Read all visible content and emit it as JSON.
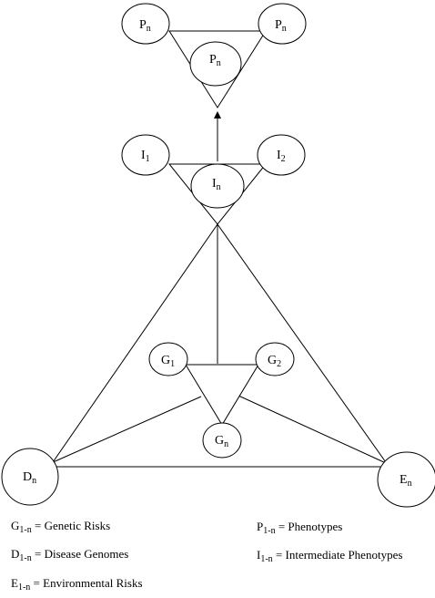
{
  "nodes": {
    "p_left": {
      "base": "P",
      "sub": "n"
    },
    "p_right": {
      "base": "P",
      "sub": "n"
    },
    "p_center": {
      "base": "P",
      "sub": "n"
    },
    "i_left": {
      "base": "I",
      "sub": "1"
    },
    "i_right": {
      "base": "I",
      "sub": "2"
    },
    "i_center": {
      "base": "I",
      "sub": "n"
    },
    "g_left": {
      "base": "G",
      "sub": "1"
    },
    "g_right": {
      "base": "G",
      "sub": "2"
    },
    "g_center": {
      "base": "G",
      "sub": "n"
    },
    "d": {
      "base": "D",
      "sub": "n"
    },
    "e": {
      "base": "E",
      "sub": "n"
    }
  },
  "legend": {
    "g": {
      "base": "G",
      "sub": "1-n",
      "text": " = Genetic Risks"
    },
    "d": {
      "base": "D",
      "sub": "1-n",
      "text": " = Disease Genomes"
    },
    "e": {
      "base": "E",
      "sub": "1-n",
      "text": " = Environmental Risks"
    },
    "p": {
      "base": "P",
      "sub": "1-n",
      "text": " = Phenotypes"
    },
    "i": {
      "base": "I",
      "sub": "1-n",
      "text": " = Intermediate Phenotypes"
    }
  }
}
